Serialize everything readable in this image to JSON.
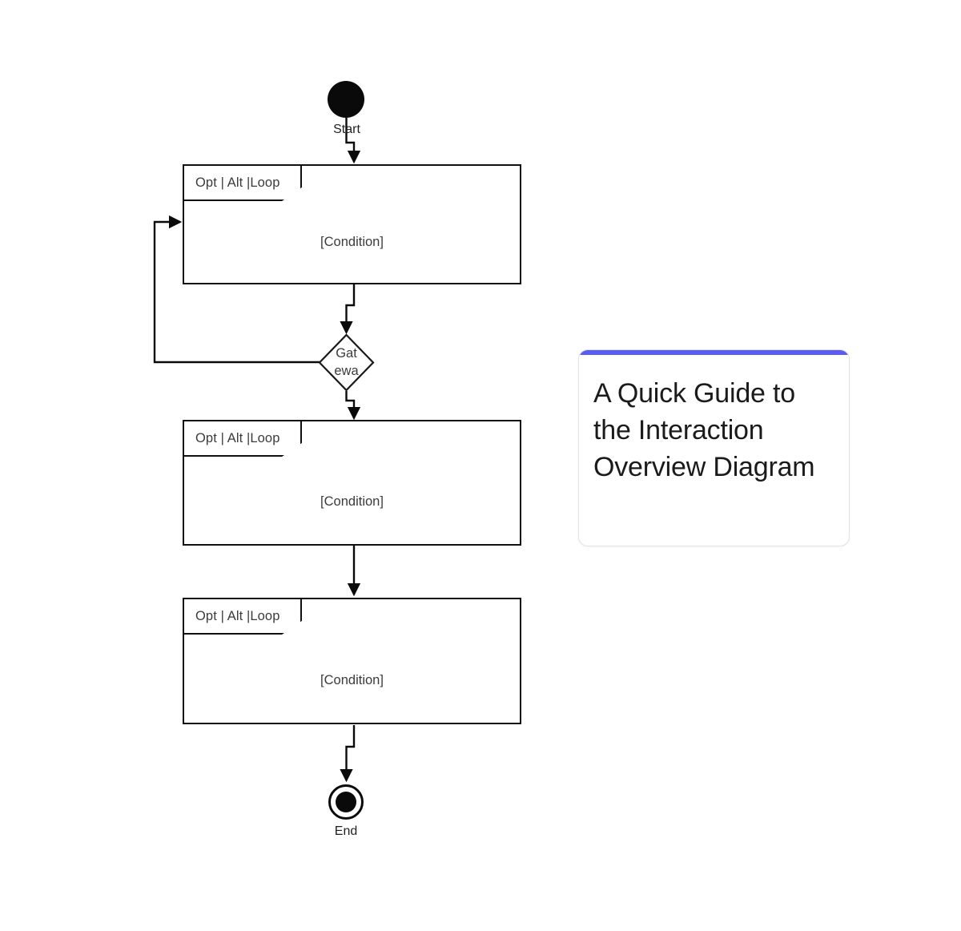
{
  "diagram": {
    "type": "uml-interaction-overview-diagram",
    "start": {
      "label": "Start"
    },
    "end": {
      "label": "End"
    },
    "gateway": {
      "label_line1": "Gat",
      "label_line2": "ewa",
      "full_label": "Gateway"
    },
    "frames": [
      {
        "header": "Opt | Alt |Loop",
        "condition": "[Condition]"
      },
      {
        "header": "Opt | Alt |Loop",
        "condition": "[Condition]"
      },
      {
        "header": "Opt | Alt |Loop",
        "condition": "[Condition]"
      }
    ],
    "colors": {
      "stroke": "#101010",
      "text": "#3b3b3b",
      "node_fill": "#0a0a0a",
      "background": "#ffffff"
    }
  },
  "card": {
    "title": "A Quick Guide to the Interaction Overview Diagram",
    "accent_color": "#5b5bf5",
    "border_color": "#e3e3e6"
  }
}
